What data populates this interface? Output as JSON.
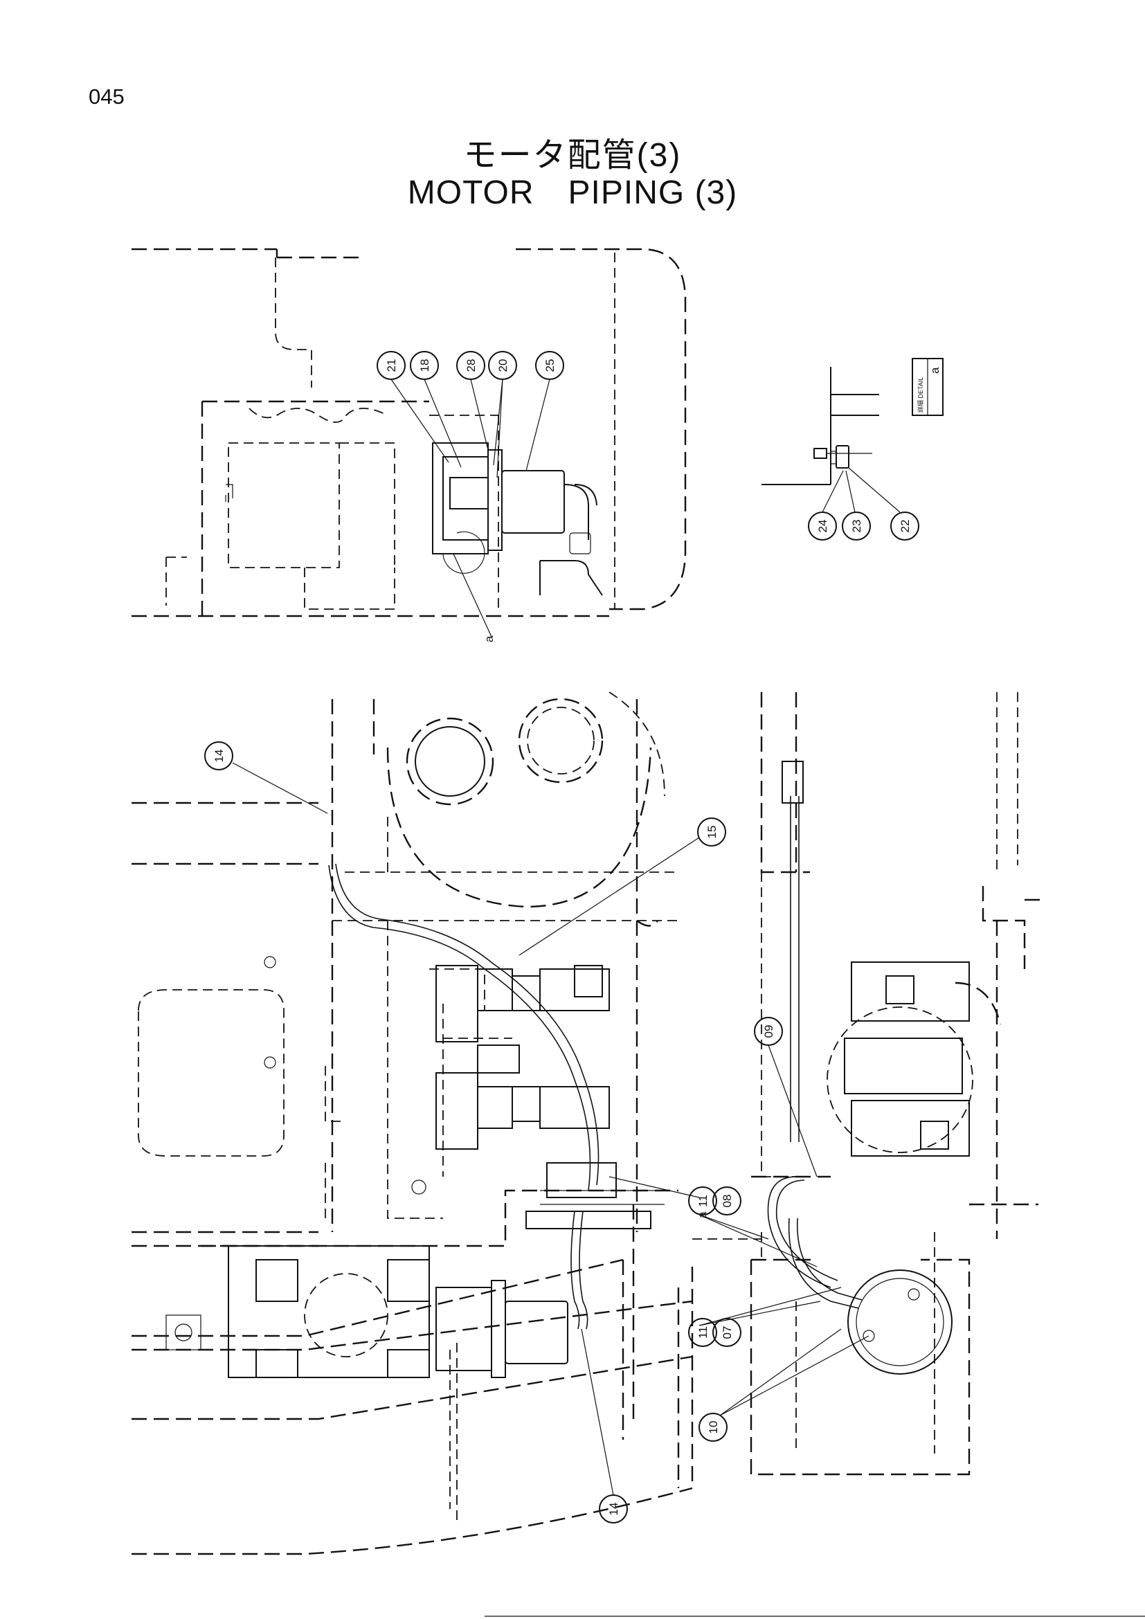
{
  "page_number": "045",
  "title_jp": "モータ配管(3)",
  "title_en": "MOTOR　PIPING (3)",
  "detail_label": "詳細 DETAIL",
  "detail_mark": "a",
  "callouts": {
    "c21": "21",
    "c18": "18",
    "c28": "28",
    "c20": "20",
    "c25": "25",
    "c24": "24",
    "c23": "23",
    "c22": "22",
    "c14a": "14",
    "c15": "15",
    "c09": "09",
    "c11a": "11",
    "c08": "08",
    "c11b": "11",
    "c07": "07",
    "c10": "10",
    "c14b": "14"
  },
  "marks": {
    "a_top": "a",
    "a_mid": "a"
  }
}
